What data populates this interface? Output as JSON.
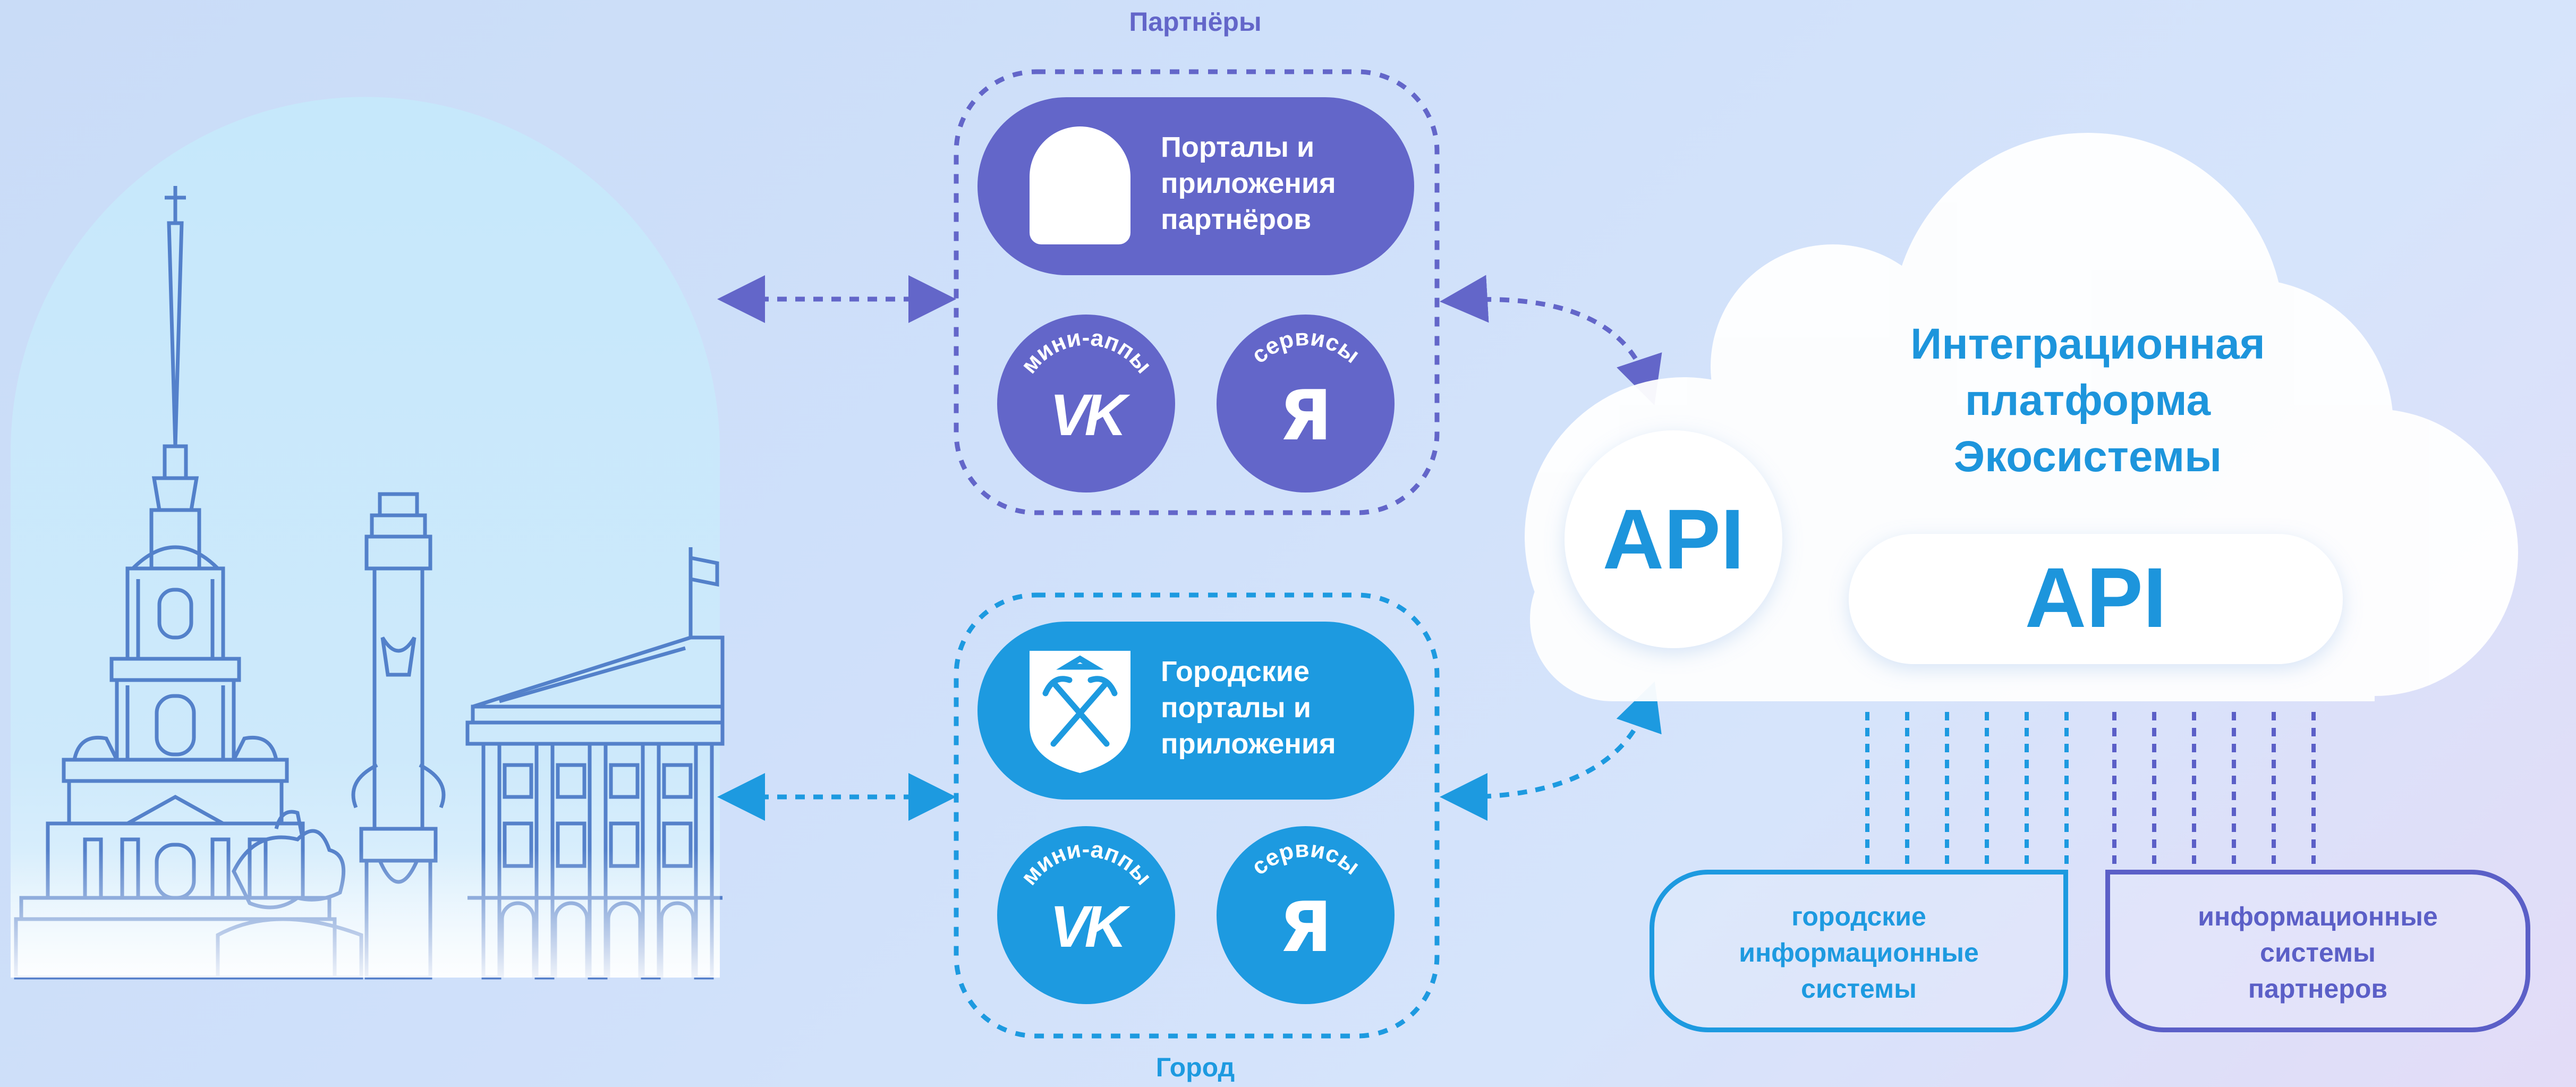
{
  "labels": {
    "partners_title": "Партнёры",
    "city_title": "Город"
  },
  "partners_group": {
    "pill_label": "Порталы и\nприложения\nпартнёров",
    "vk_badge": "мини-аппы",
    "yandex_badge": "сервисы"
  },
  "city_group": {
    "pill_label": "Городские\nпорталы и\nприложения",
    "vk_badge": "мини-аппы",
    "yandex_badge": "сервисы"
  },
  "cloud": {
    "title": "Интеграционная\nплатформа\nЭкосистемы",
    "api_circle": "API",
    "api_pill": "API"
  },
  "systems": {
    "city": "городские\nинформационные\nсистемы",
    "partners": "информационные\nсистемы\nпартнеров"
  },
  "icons": {
    "vk_glyph": "VK",
    "yandex_glyph": "Я"
  },
  "colors": {
    "partners": "#6366c9",
    "city": "#1d9ae0",
    "cloud_text": "#1d95dc",
    "partner_systems": "#5b5fc7"
  }
}
